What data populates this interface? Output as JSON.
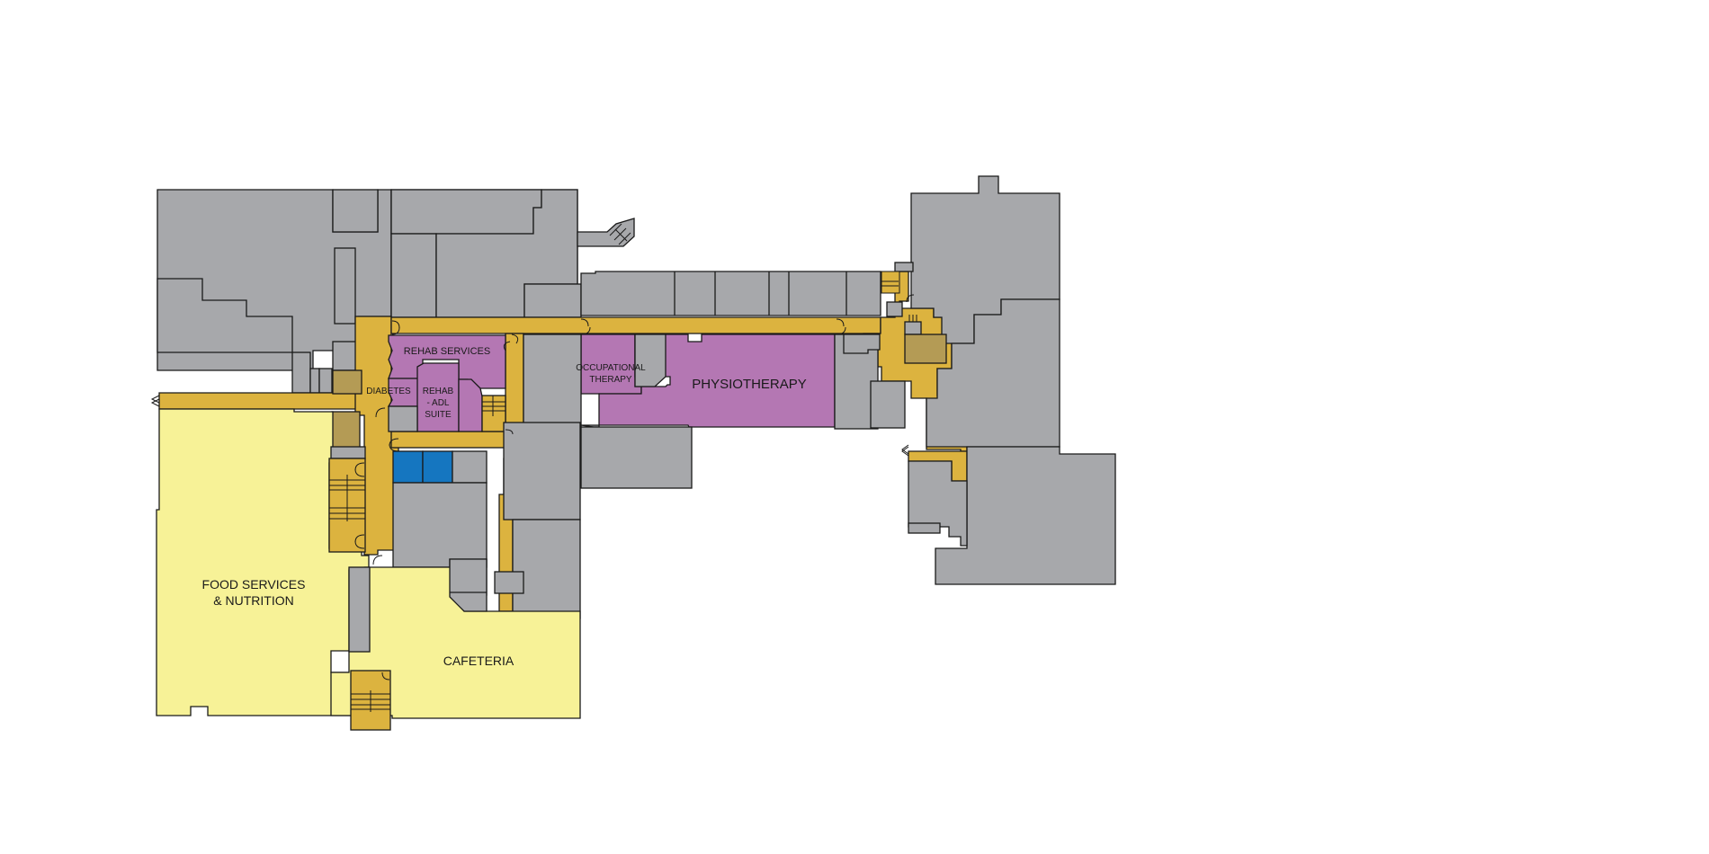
{
  "colors": {
    "background": "#ffffff",
    "room_gray": "#a7a8ab",
    "corridor": "#dcb33f",
    "service_stair": "#b49b55",
    "rehab_purple": "#b477b3",
    "food_yellow": "#f7f297",
    "washroom_blue": "#1576c0",
    "outline": "#1a1a1a"
  },
  "labels": {
    "rehab_services": "REHAB SERVICES",
    "diabetes": "DIABETES",
    "rehab_adl_1": "REHAB",
    "rehab_adl_2": "- ADL",
    "rehab_adl_3": "SUITE",
    "occupational_1": "OCCUPATIONAL",
    "occupational_2": "THERAPY",
    "physiotherapy": "PHYSIOTHERAPY",
    "food_services_1": "FOOD SERVICES",
    "food_services_2": "& NUTRITION",
    "cafeteria": "CAFETERIA"
  }
}
